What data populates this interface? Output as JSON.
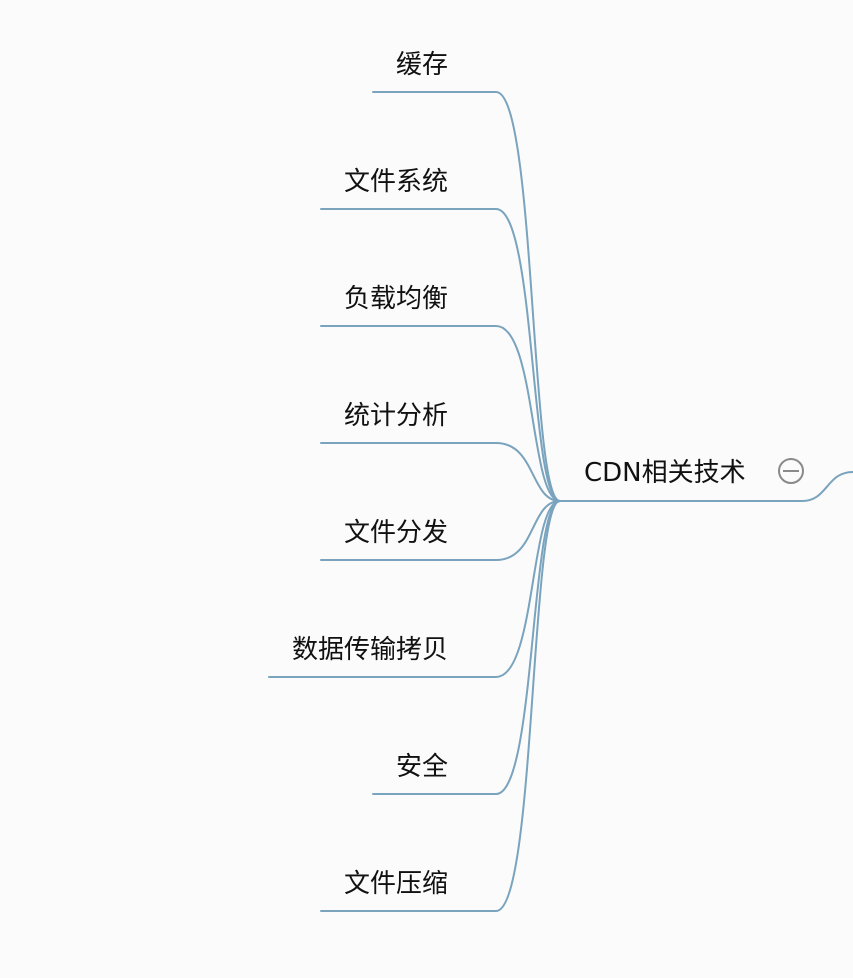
{
  "mindmap": {
    "center": {
      "label": "CDN相关技术",
      "toggle_icon": "collapse-minus-icon"
    },
    "branches": [
      {
        "label": "缓存"
      },
      {
        "label": "文件系统"
      },
      {
        "label": "负载均衡"
      },
      {
        "label": "统计分析"
      },
      {
        "label": "文件分发"
      },
      {
        "label": "数据传输拷贝"
      },
      {
        "label": "安全"
      },
      {
        "label": "文件压缩"
      }
    ],
    "colors": {
      "line": "#7aa3be",
      "text": "#111111",
      "toggle": "#8a8a8a",
      "background": "#fbfbfb"
    }
  }
}
